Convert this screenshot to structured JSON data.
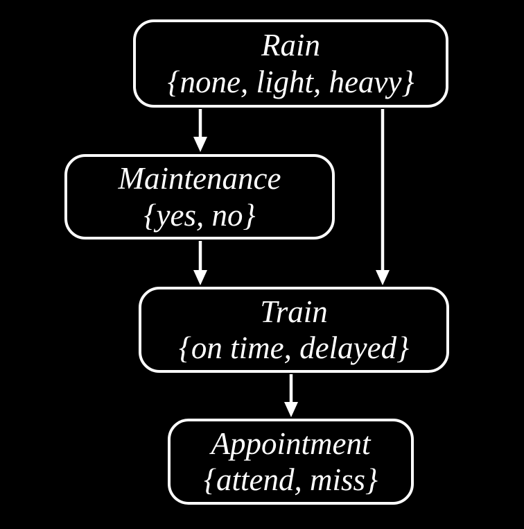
{
  "diagram": {
    "type": "bayesian-network",
    "colors": {
      "background": "#000000",
      "node_border": "#ffffff",
      "text": "#ffffff",
      "arrow": "#ffffff"
    },
    "nodes": [
      {
        "id": "rain",
        "label": "Rain",
        "values": "{none, light, heavy}"
      },
      {
        "id": "maintenance",
        "label": "Maintenance",
        "values": "{yes, no}"
      },
      {
        "id": "train",
        "label": "Train",
        "values": "{on time, delayed}"
      },
      {
        "id": "appointment",
        "label": "Appointment",
        "values": "{attend, miss}"
      }
    ],
    "edges": [
      {
        "from": "rain",
        "to": "maintenance"
      },
      {
        "from": "rain",
        "to": "train"
      },
      {
        "from": "maintenance",
        "to": "train"
      },
      {
        "from": "train",
        "to": "appointment"
      }
    ]
  }
}
